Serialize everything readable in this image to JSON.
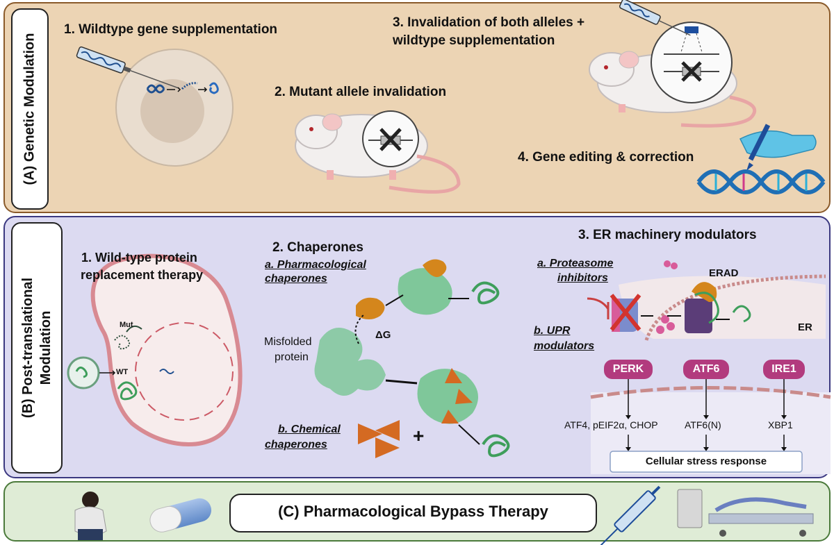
{
  "panelA": {
    "label": "(A) Genetic Modulation",
    "item1": "1.  Wildtype gene supplementation",
    "item2": "2. Mutant allele invalidation",
    "item3_line1": "3. Invalidation of both alleles +",
    "item3_line2": "wildtype supplementation",
    "item4": "4. Gene editing & correction"
  },
  "panelB": {
    "label_line1": "(B) Post-translational",
    "label_line2": "Modulation",
    "item1_line1": "1. Wild-type protein",
    "item1_line2": "replacement therapy",
    "mut": "Mut",
    "wt": "WT",
    "chaperones_title": "2. Chaperones",
    "pharm_line1": "a. Pharmacological",
    "pharm_line2": "chaperones",
    "misfolded_line1": "Misfolded",
    "misfolded_line2": "protein",
    "delta_g": "ΔG",
    "chem_line1": "b. Chemical",
    "chem_line2": "chaperones",
    "plus": "+",
    "er_title": "3. ER machinery modulators",
    "prot_line1": "a. Proteasome",
    "prot_line2": "inhibitors",
    "erad": "ERAD",
    "er": "ER",
    "upr_line1": "b. UPR",
    "upr_line2": "modulators",
    "pathways": [
      {
        "name": "PERK",
        "target": "ATF4, pEIF2α, CHOP"
      },
      {
        "name": "ATF6",
        "target": "ATF6(N)"
      },
      {
        "name": "IRE1",
        "target": "XBP1"
      }
    ],
    "stress_response": "Cellular stress response"
  },
  "panelC": {
    "label": "(C) Pharmacological Bypass Therapy"
  },
  "colors": {
    "panelA_bg": "#ecd4b4",
    "panelB_bg": "#dcdaf1",
    "panelC_bg": "#dfecd6",
    "protein_green": "#7fc79a",
    "chaperone_orange": "#d4861c",
    "upr_magenta": "#b23b7e",
    "dna_blue": "#1f4f8f"
  }
}
